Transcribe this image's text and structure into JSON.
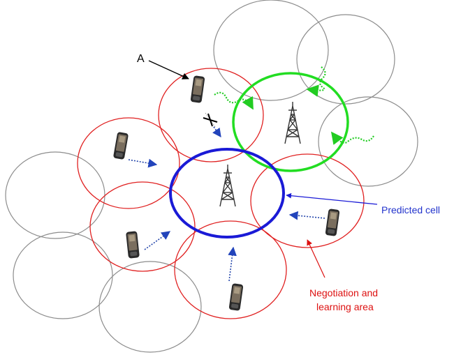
{
  "labels": {
    "point_a": "A",
    "predicted_cell": "Predicted cell",
    "negotiation_line1": "Negotiation and",
    "negotiation_line2": "learning area"
  },
  "colors": {
    "gray_cell": "#8c8c8c",
    "red_cell": "#e02020",
    "blue_cell": "#1a1ad6",
    "green_cell": "#22dd22",
    "predicted_label": "#2233cc",
    "negotiation_label": "#dd1111",
    "arrow_dark": "#000000",
    "arrow_dotted": "#2244aa"
  },
  "icons": {
    "phone": "mobile-phone-icon",
    "tower": "cell-tower-icon",
    "handover": "handover-cross-icon"
  }
}
